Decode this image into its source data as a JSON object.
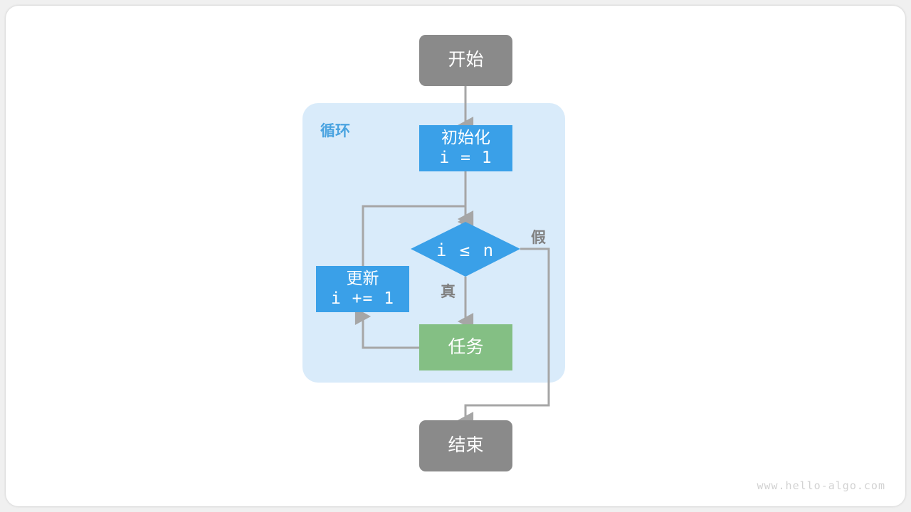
{
  "diagram": {
    "title_watermark": "www.hello-algo.com",
    "group": {
      "label": "循环",
      "color": "#d9ebfa",
      "label_color": "#4aa3e0"
    },
    "colors": {
      "terminal": "#8a8a8a",
      "process_blue": "#3aa0e8",
      "process_green": "#84bf84",
      "arrow": "#a6a6a6",
      "group_bg": "#d9ebfa",
      "text_light": "#ffffff",
      "label_gray": "#808080",
      "watermark": "#d2d2d2",
      "page_bg": "#f0f0f0",
      "card_bg": "#ffffff"
    },
    "nodes": {
      "start": {
        "label": "开始",
        "shape": "terminal"
      },
      "init": {
        "line1": "初始化",
        "line2": "i = 1",
        "shape": "process"
      },
      "condition": {
        "label": "i ≤ n",
        "shape": "diamond"
      },
      "update": {
        "line1": "更新",
        "line2": "i += 1",
        "shape": "process"
      },
      "task": {
        "label": "任务",
        "shape": "process"
      },
      "end": {
        "label": "结束",
        "shape": "terminal"
      }
    },
    "branch_labels": {
      "true": "真",
      "false": "假"
    }
  }
}
